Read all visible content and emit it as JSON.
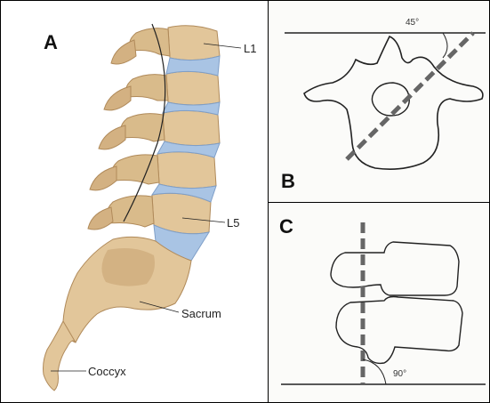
{
  "panels": {
    "a": {
      "letter": "A"
    },
    "b": {
      "letter": "B"
    },
    "c": {
      "letter": "C"
    }
  },
  "spine_labels": {
    "l1": "L1",
    "l5": "L5",
    "sacrum": "Sacrum",
    "coccyx": "Coccyx"
  },
  "angles": {
    "b": "45°",
    "c": "90°"
  },
  "colors": {
    "bone": "#e2c69a",
    "bone_shadow": "#c9a574",
    "disc": "#a9c4e4",
    "line": "#000000",
    "dashed": "#555555"
  }
}
